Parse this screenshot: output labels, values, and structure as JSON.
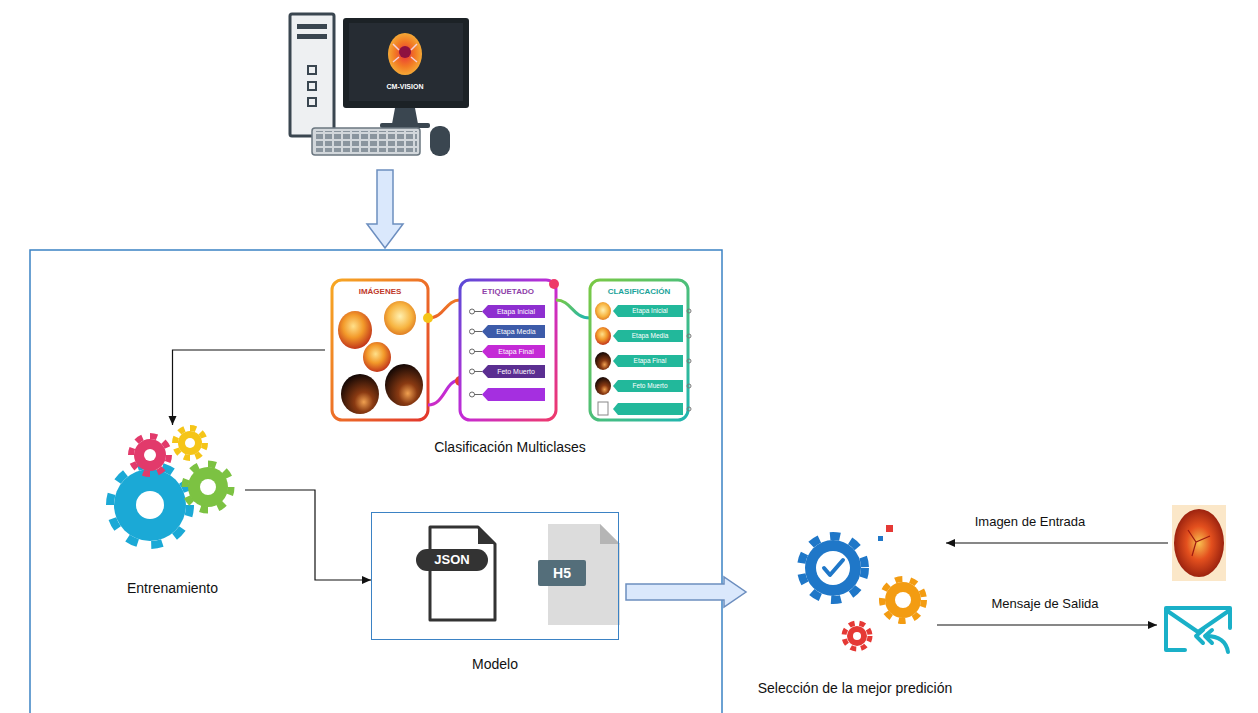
{
  "diagram": {
    "nodes": [
      {
        "text": [
          "Clasificación Multiclases"
        ]
      },
      {
        "text": [
          "Entrenamiento"
        ]
      },
      {
        "text": [
          "Modelo"
        ]
      },
      {
        "text": [
          "Selección de la mejor predición"
        ]
      }
    ],
    "edges": [
      {
        "from": 0,
        "to": 1,
        "arrow": "to"
      },
      {
        "from": 1,
        "to": 2,
        "arrow": "to"
      },
      {
        "from": 2,
        "to": 3,
        "arrow": "to"
      }
    ],
    "labels": [
      "CM-VISION",
      "IMÁGENES",
      "ETIQUETADO",
      "CLASIFICACIÓN",
      "Etapa Inicial",
      "Etapa Media",
      "Etapa Final",
      "Feto Muerto",
      "Etapa Inicial",
      "Etapa Media",
      "Etapa Final",
      "Feto Muerto",
      "JSON",
      "H5",
      "Imagen de Entrada",
      "Mensaje de Salida"
    ]
  }
}
